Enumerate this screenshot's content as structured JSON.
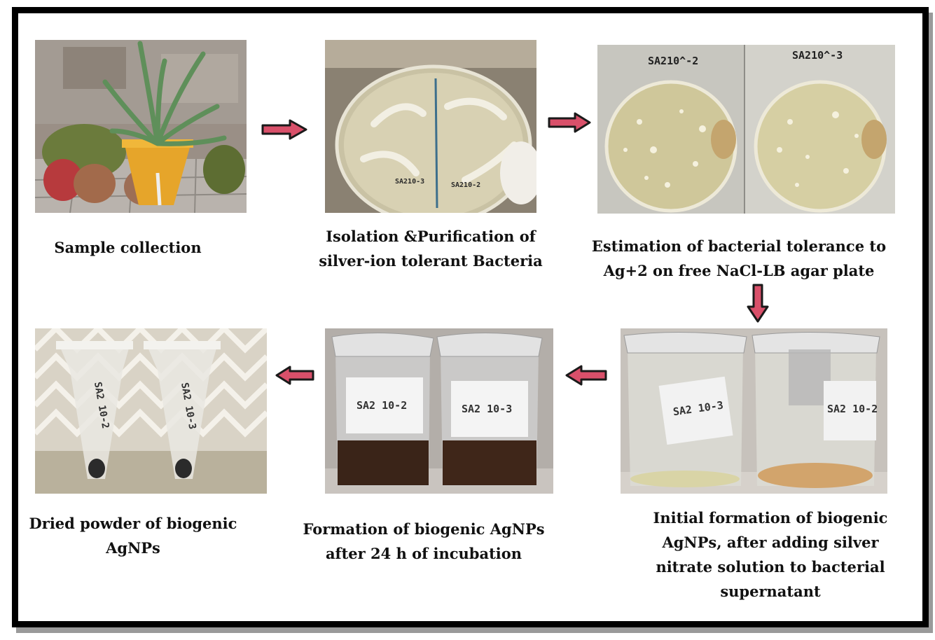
{
  "steps": [
    {
      "id": "sample",
      "caption": [
        "Sample collection"
      ]
    },
    {
      "id": "isolation",
      "caption": [
        "Isolation &Purification of",
        "silver-ion tolerant Bacteria"
      ],
      "photo_labels": [
        "SA210-3",
        "SA210-2"
      ]
    },
    {
      "id": "tolerance",
      "caption": [
        "Estimation of bacterial tolerance to",
        "Ag+2 on free NaCl-LB agar plate"
      ],
      "photo_labels": [
        "SA210^-2",
        "SA210^-3"
      ]
    },
    {
      "id": "initial",
      "caption": [
        "Initial formation of biogenic",
        "AgNPs, after adding silver",
        "nitrate solution to bacterial",
        "supernatant"
      ],
      "photo_labels": [
        "SA2 10-3",
        "SA2 10-2"
      ]
    },
    {
      "id": "formation",
      "caption": [
        "Formation of biogenic AgNPs",
        "after 24 h of incubation"
      ],
      "photo_labels": [
        "SA2 10-2",
        "SA2 10-3"
      ]
    },
    {
      "id": "dried",
      "caption": [
        "Dried powder of biogenic",
        "AgNPs"
      ],
      "photo_labels": [
        "SA2 10-2",
        "SA2 10-3"
      ]
    }
  ],
  "colors": {
    "arrow": "#d9506a",
    "arrow_outline": "#1a1a1a",
    "frame": "#000000"
  }
}
